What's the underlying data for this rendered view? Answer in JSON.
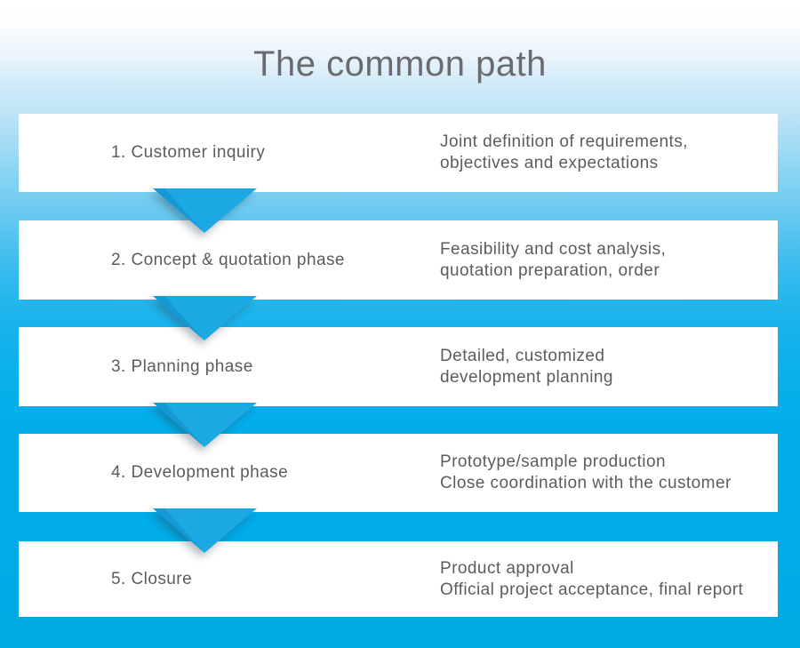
{
  "title": "The common path",
  "colors": {
    "arrow": "#1fa8e2",
    "arrow_fold": "#0b84c4",
    "step_text": "#5a5c5f",
    "title_text": "#696b6f",
    "bar_background": "#ffffff",
    "background_top": "#ffffff",
    "background_bottom": "#00a9e4"
  },
  "steps": [
    {
      "label": "1. Customer inquiry",
      "desc_line1": "Joint definition of requirements,",
      "desc_line2": "objectives and expectations"
    },
    {
      "label": "2. Concept & quotation phase",
      "desc_line1": "Feasibility and cost analysis,",
      "desc_line2": "quotation preparation, order"
    },
    {
      "label": "3. Planning phase",
      "desc_line1": "Detailed, customized",
      "desc_line2": "development planning"
    },
    {
      "label": "4. Development phase",
      "desc_line1": "Prototype/sample production",
      "desc_line2": "Close coordination with the customer"
    },
    {
      "label": "5. Closure",
      "desc_line1": "Product approval",
      "desc_line2": "Official project acceptance, final report"
    }
  ]
}
